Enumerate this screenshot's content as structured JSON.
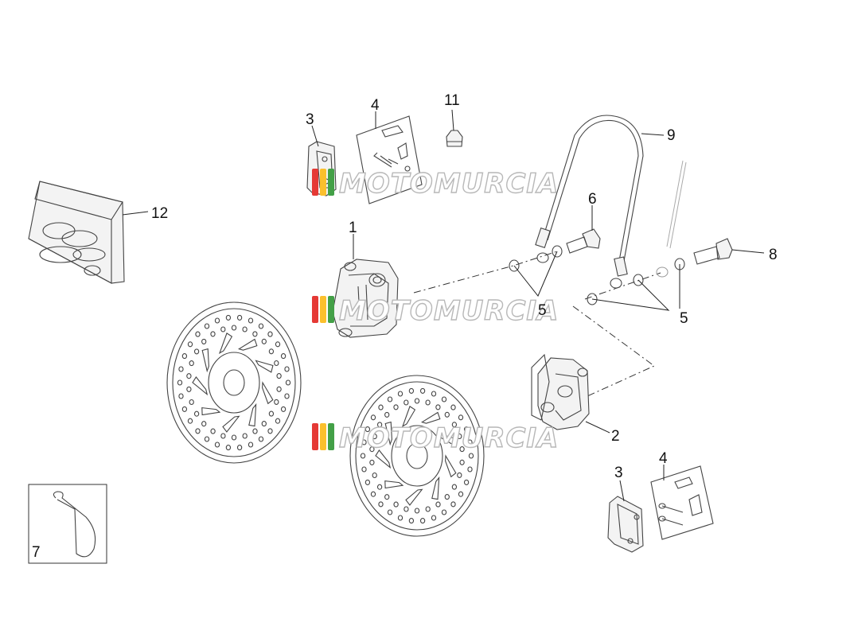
{
  "callouts": {
    "c1": "1",
    "c2": "2",
    "c3a": "3",
    "c3b": "3",
    "c4a": "4",
    "c4b": "4",
    "c5a": "5",
    "c5b": "5",
    "c6": "6",
    "c7": "7",
    "c8": "8",
    "c9": "9",
    "c11": "11",
    "c12": "12"
  },
  "watermark": {
    "text": "MOTOMURCIA",
    "stripe_colors": [
      "#e53935",
      "#fbc02d",
      "#43a047"
    ]
  }
}
